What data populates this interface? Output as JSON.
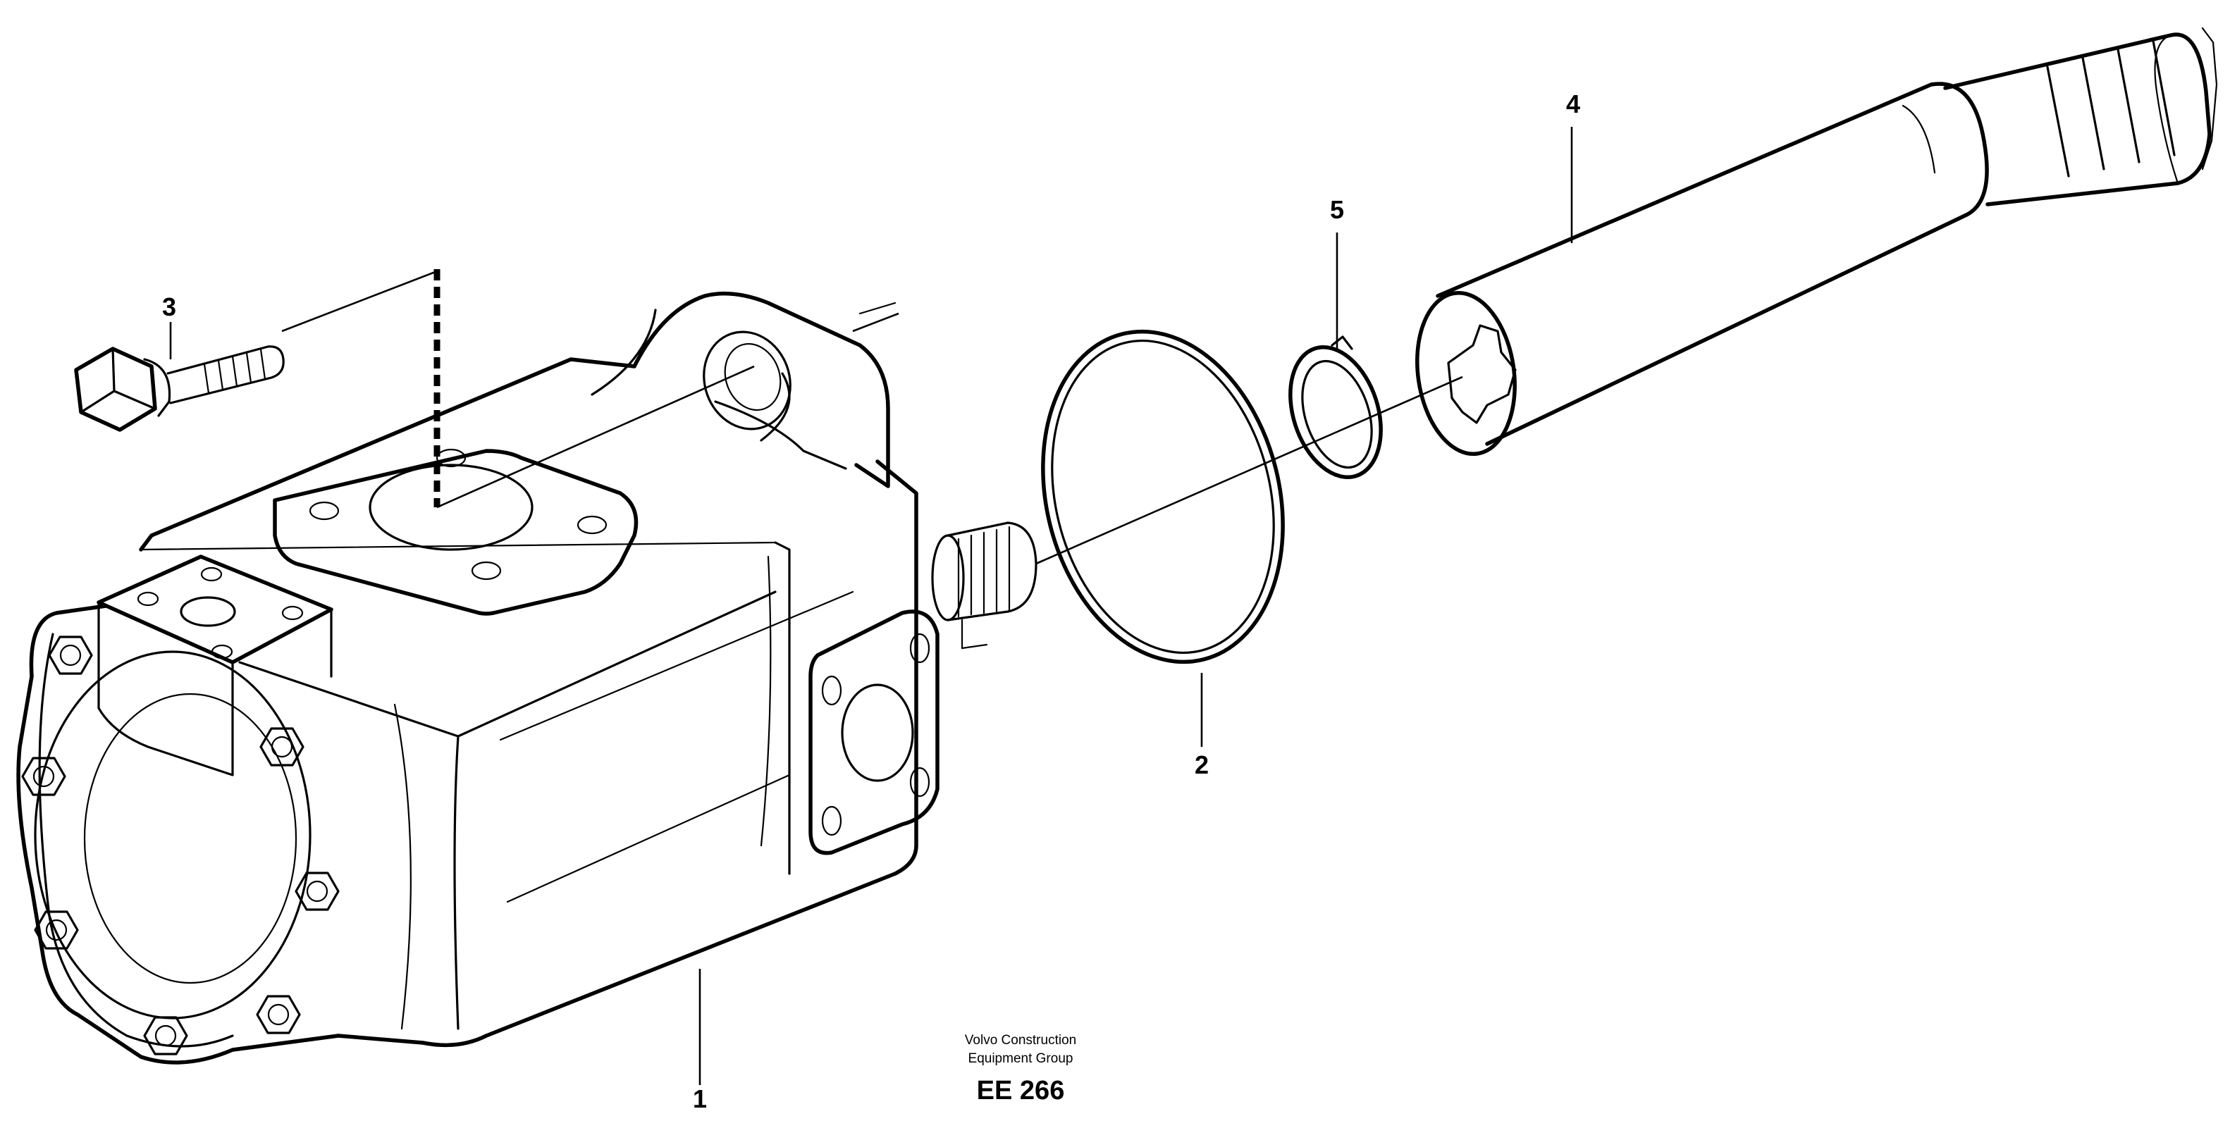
{
  "callouts": {
    "part_1": "1",
    "part_2": "2",
    "part_3": "3",
    "part_4": "4",
    "part_5": "5"
  },
  "credit": {
    "line1": "Volvo Construction",
    "line2": "Equipment Group"
  },
  "drawing_number": "EE 266",
  "colors": {
    "ink": "#000000",
    "background": "#ffffff"
  }
}
